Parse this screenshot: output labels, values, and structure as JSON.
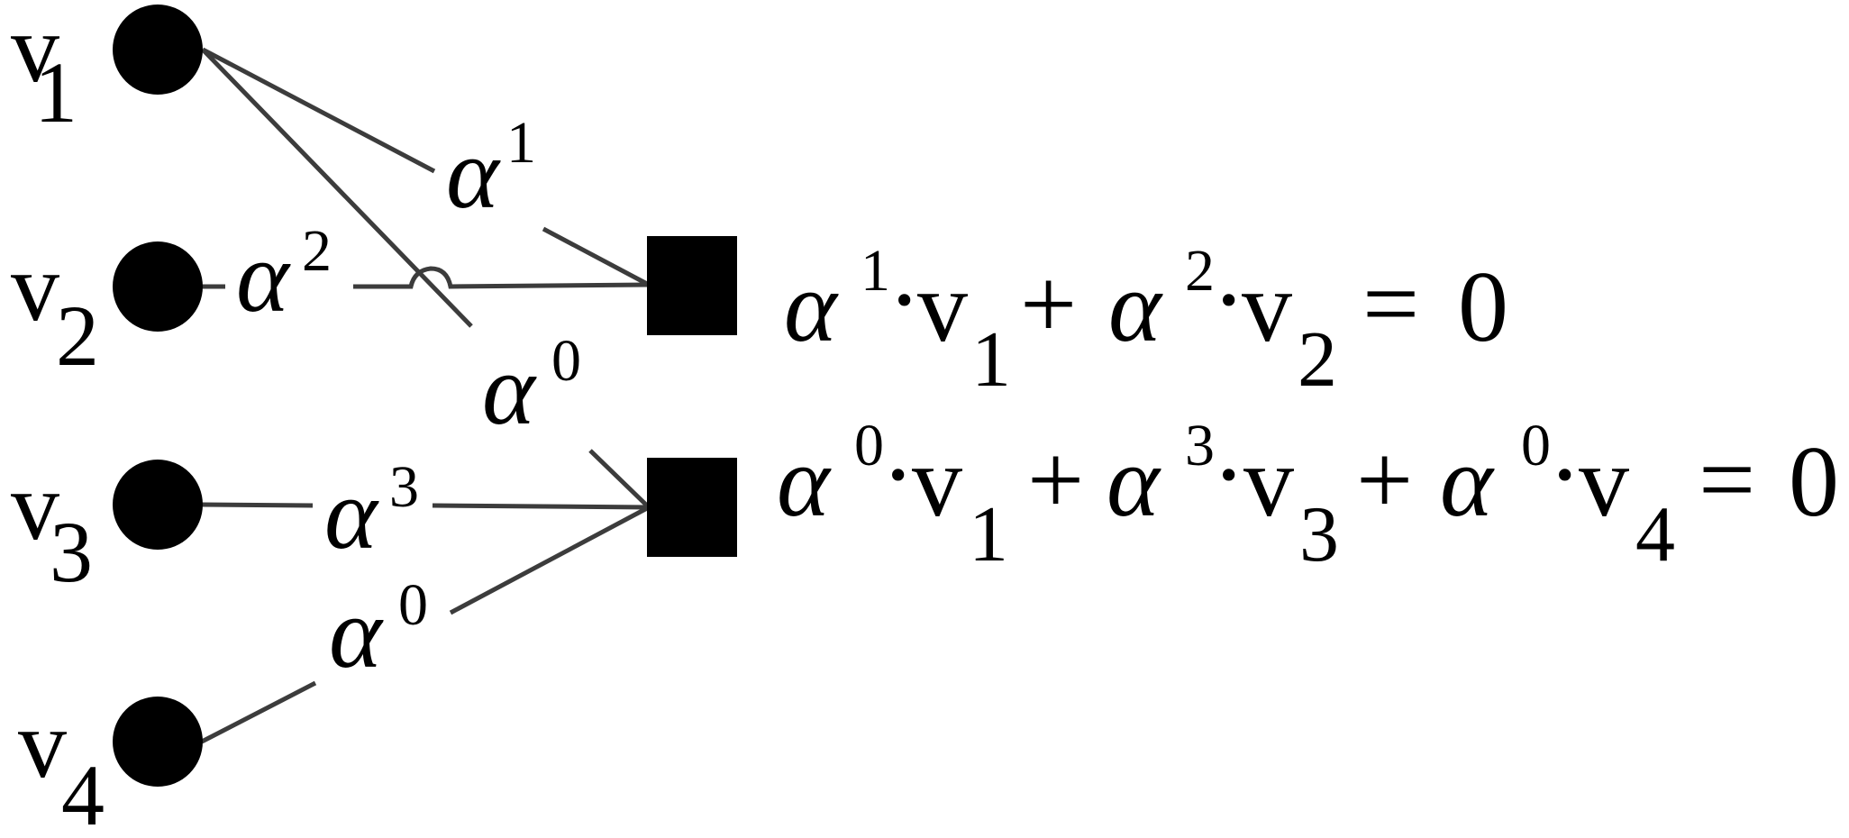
{
  "colors": {
    "node_fill": "#000000",
    "edge_stroke": "#3c3c3c",
    "background": "#ffffff"
  },
  "variable_nodes": [
    {
      "id": "v1",
      "name": "v",
      "sub": "1"
    },
    {
      "id": "v2",
      "name": "v",
      "sub": "2"
    },
    {
      "id": "v3",
      "name": "v",
      "sub": "3"
    },
    {
      "id": "v4",
      "name": "v",
      "sub": "4"
    }
  ],
  "check_nodes": [
    {
      "id": "c1"
    },
    {
      "id": "c2"
    }
  ],
  "edge_labels": [
    {
      "id": "e-v1-c1",
      "symbol": "α",
      "power": "1"
    },
    {
      "id": "e-v2-c1",
      "symbol": "α",
      "power": "2"
    },
    {
      "id": "e-v1-c2",
      "symbol": "α",
      "power": "0"
    },
    {
      "id": "e-v3-c2",
      "symbol": "α",
      "power": "3"
    },
    {
      "id": "e-v4-c2",
      "symbol": "α",
      "power": "0"
    }
  ],
  "equations": [
    {
      "id": "eq1",
      "terms": [
        {
          "coef": "α",
          "power": "1",
          "dot": "·",
          "var": "v",
          "sub": "1"
        },
        {
          "op": "+",
          "coef": "α",
          "power": "2",
          "dot": "·",
          "var": "v",
          "sub": "2"
        }
      ],
      "equals": "=",
      "rhs": "0"
    },
    {
      "id": "eq2",
      "terms": [
        {
          "coef": "α",
          "power": "0",
          "dot": "·",
          "var": "v",
          "sub": "1"
        },
        {
          "op": "+",
          "coef": "α",
          "power": "3",
          "dot": "·",
          "var": "v",
          "sub": "3"
        },
        {
          "op": "+",
          "coef": "α",
          "power": "0",
          "dot": "·",
          "var": "v",
          "sub": "4"
        }
      ],
      "equals": "=",
      "rhs": "0"
    }
  ]
}
